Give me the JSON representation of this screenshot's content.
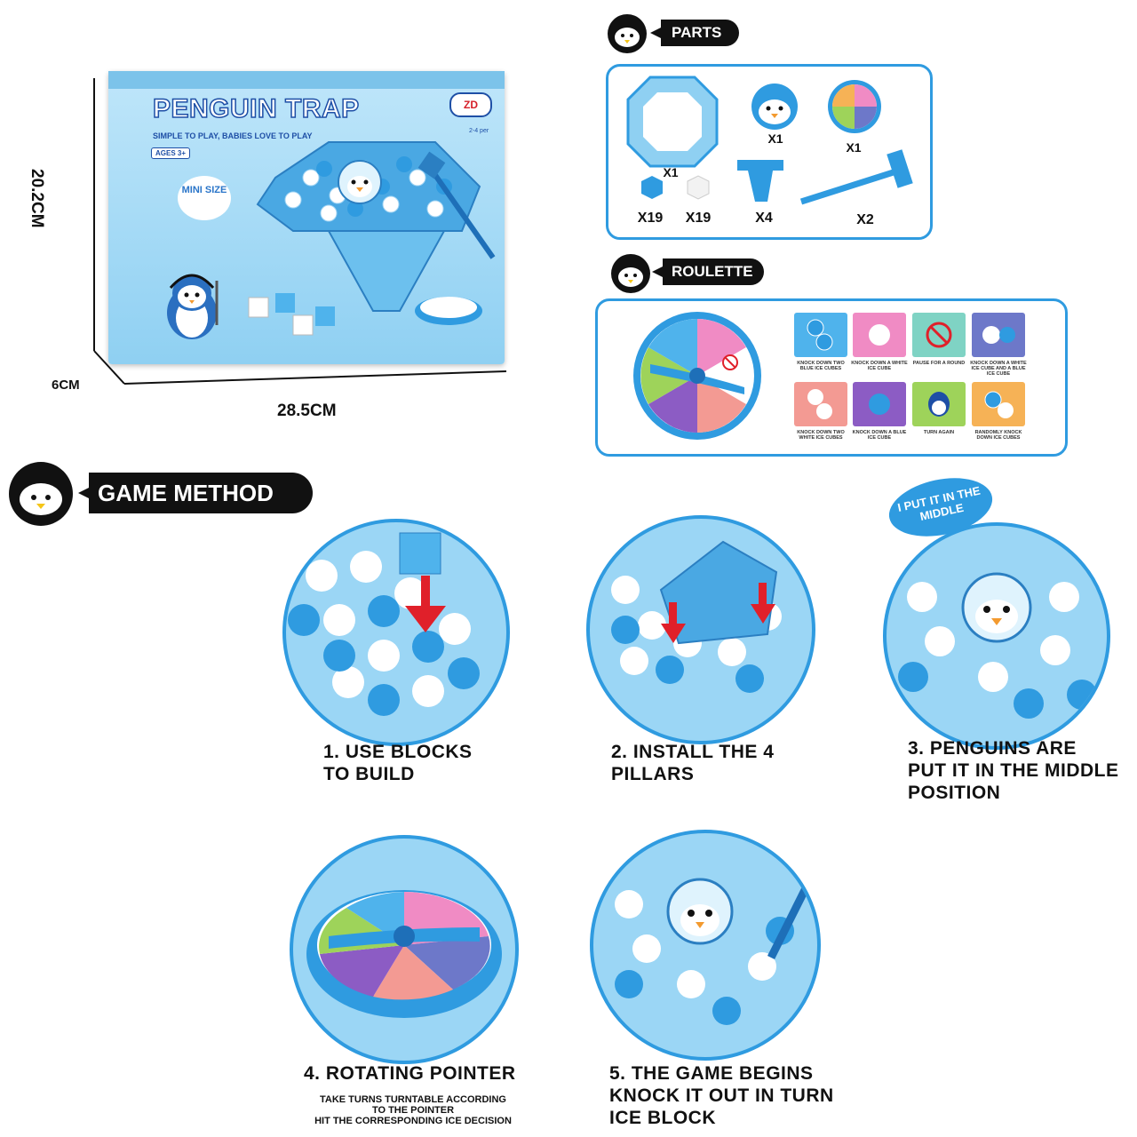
{
  "box": {
    "title": "PENGUIN TRAP",
    "subtitle": "SIMPLE TO PLAY, BABIES LOVE TO PLAY",
    "ages": "AGES 3+",
    "logo": "ZD",
    "players": "2-4 per",
    "badge": "MINI SIZE",
    "height": "20.2CM",
    "width": "28.5CM",
    "depth": "6CM"
  },
  "parts": {
    "header": "PARTS",
    "items": [
      {
        "name": "frame",
        "qty": "X1"
      },
      {
        "name": "penguin",
        "qty": "X1"
      },
      {
        "name": "roulette",
        "qty": "X1"
      },
      {
        "name": "blue-ice-cube",
        "qty": "X19"
      },
      {
        "name": "white-ice-cube",
        "qty": "X19"
      },
      {
        "name": "pillar",
        "qty": "X4"
      },
      {
        "name": "hammer",
        "qty": "X2"
      }
    ]
  },
  "roulette": {
    "header": "ROULETTE",
    "tiles": [
      {
        "caption": "KNOCK DOWN TWO BLUE ICE CUBES",
        "color": "#4fb3ec"
      },
      {
        "caption": "KNOCK DOWN A WHITE ICE CUBE",
        "color": "#f08bc4"
      },
      {
        "caption": "PAUSE FOR A ROUND",
        "color": "#7fd3c4"
      },
      {
        "caption": "KNOCK DOWN A WHITE ICE CUBE AND A BLUE ICE CUBE",
        "color": "#6d78c9"
      },
      {
        "caption": "KNOCK DOWN TWO WHITE ICE CUBES",
        "color": "#f39a93"
      },
      {
        "caption": "KNOCK DOWN A BLUE ICE CUBE",
        "color": "#8c5cc4"
      },
      {
        "caption": "TURN AGAIN",
        "color": "#9ed35a"
      },
      {
        "caption": "RANDOMLY KNOCK DOWN ICE CUBES",
        "color": "#f6b256"
      }
    ]
  },
  "method": {
    "header": "GAME METHOD",
    "bubble": "I PUT IT IN THE MIDDLE",
    "steps": [
      {
        "line1": "1. USE BLOCKS",
        "line2": "TO BUILD",
        "line3": ""
      },
      {
        "line1": "2. INSTALL THE 4",
        "line2": "PILLARS",
        "line3": ""
      },
      {
        "line1": "3. PENGUINS ARE",
        "line2": "PUT IT IN THE MIDDLE",
        "line3": "POSITION"
      },
      {
        "line1": "4. ROTATING POINTER",
        "line2": "",
        "line3": ""
      },
      {
        "line1": "5. THE GAME BEGINS",
        "line2": "KNOCK IT OUT IN TURN",
        "line3": "ICE BLOCK"
      }
    ],
    "step4_note": [
      "TAKE TURNS TURNTABLE ACCORDING",
      "TO THE POINTER",
      "HIT THE CORRESPONDING ICE DECISION"
    ]
  },
  "colors": {
    "accent": "#2f9be0",
    "arrow": "#e0202a",
    "ice_blue": "#4fb3ec"
  }
}
